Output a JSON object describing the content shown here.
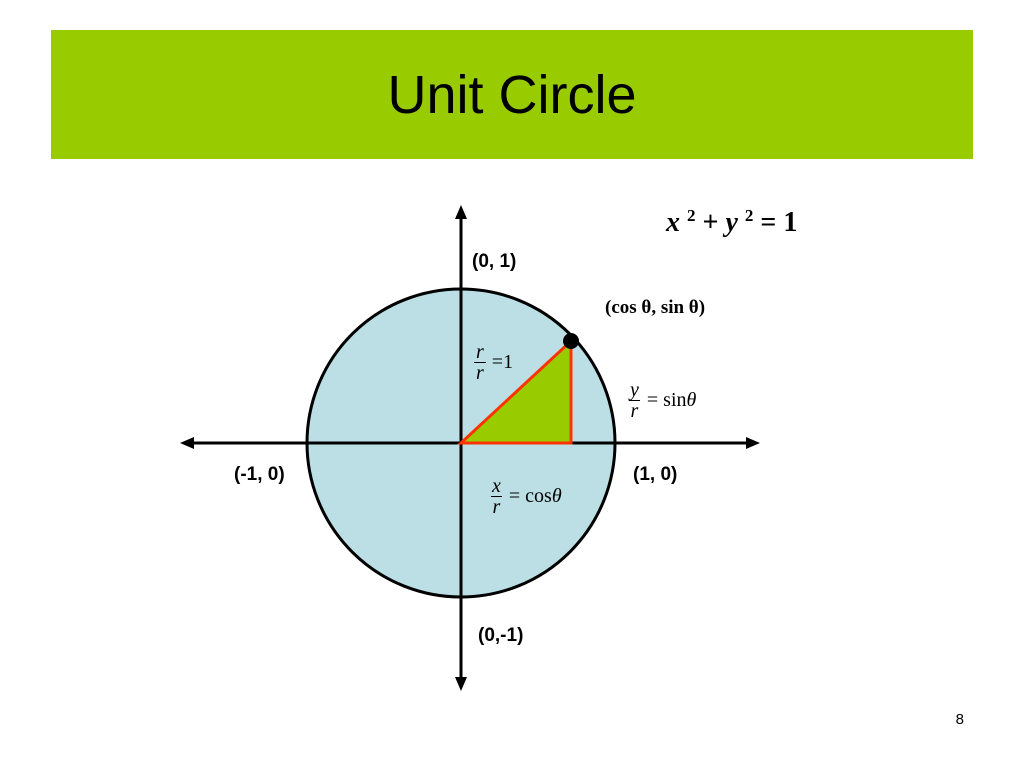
{
  "slide": {
    "title": "Unit Circle",
    "page_number": "8"
  },
  "diagram": {
    "equation": {
      "x": "x",
      "exp1": "2",
      "plus": " + ",
      "y": "y",
      "exp2": "2",
      "equals": " = 1"
    },
    "point_label": "(cos θ, sin θ)",
    "axis_labels": {
      "top": "(0, 1)",
      "bottom": "(0,-1)",
      "left": "(-1, 0)",
      "right": "(1, 0)"
    },
    "formulas": {
      "hyp": {
        "num": "r",
        "den": "r",
        "rhs": "=1"
      },
      "sin": {
        "num": "y",
        "den": "r",
        "rhs_prefix": "= sin",
        "theta": "θ"
      },
      "cos": {
        "num": "x",
        "den": "r",
        "rhs_prefix": "= cos",
        "theta": "θ"
      }
    },
    "colors": {
      "title_bar": "#99cc00",
      "circle_fill": "#bbdfe4",
      "triangle_fill": "#99cc00",
      "triangle_stroke": "#ff3300",
      "axes": "#000000"
    }
  }
}
